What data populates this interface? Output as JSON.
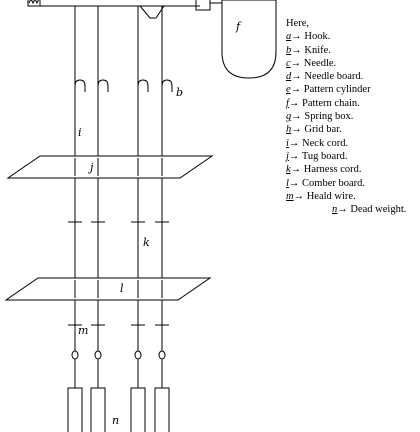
{
  "diagram": {
    "labels": {
      "b": "b",
      "f": "f",
      "i": "i",
      "j": "j",
      "k": "k",
      "l": "l",
      "m": "m",
      "n": "n"
    }
  },
  "legend": {
    "heading": "Here,",
    "items": [
      {
        "key": "a",
        "text": "→ Hook."
      },
      {
        "key": "b",
        "text": "→ Knife."
      },
      {
        "key": "c",
        "text": "→ Needle."
      },
      {
        "key": "d",
        "text": "→ Needle board."
      },
      {
        "key": "e",
        "text": "→ Pattern cylinder"
      },
      {
        "key": "f",
        "text": "→ Pattern chain."
      },
      {
        "key": "g",
        "text": "→ Spring box."
      },
      {
        "key": "h",
        "text": "→ Grid bar."
      },
      {
        "key": "i",
        "text": "→ Neck cord."
      },
      {
        "key": "j",
        "text": "→ Tug board."
      },
      {
        "key": "k",
        "text": "→ Harness cord."
      },
      {
        "key": "l",
        "text": "→ Comber board."
      },
      {
        "key": "m",
        "text": "→ Heald wire."
      }
    ],
    "last_item": {
      "key": "n",
      "text": "→ Dead weight."
    }
  }
}
